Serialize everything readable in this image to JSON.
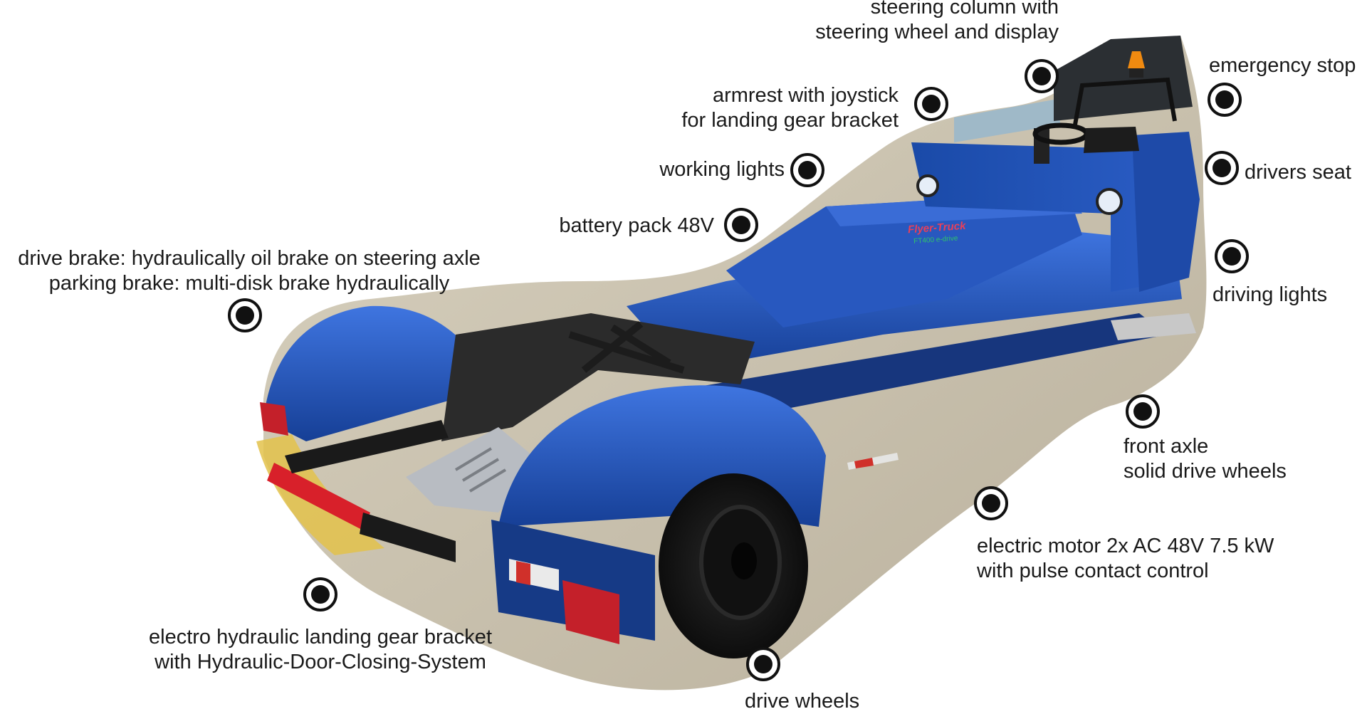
{
  "callouts": [
    {
      "id": "steering-column",
      "lines": [
        "steering column with",
        "steering wheel and display"
      ]
    },
    {
      "id": "emergency-stop",
      "lines": [
        "emergency stop"
      ]
    },
    {
      "id": "armrest",
      "lines": [
        "armrest with joystick",
        "for landing gear bracket"
      ]
    },
    {
      "id": "working-lights",
      "lines": [
        "working lights"
      ]
    },
    {
      "id": "drivers-seat",
      "lines": [
        "drivers seat"
      ]
    },
    {
      "id": "battery-pack",
      "lines": [
        "battery pack 48V"
      ]
    },
    {
      "id": "brakes",
      "lines": [
        "drive brake: hydraulically oil brake on steering axle",
        "parking brake: multi-disk brake hydraulically"
      ]
    },
    {
      "id": "driving-lights",
      "lines": [
        "driving lights"
      ]
    },
    {
      "id": "front-axle",
      "lines": [
        "front axle",
        "solid drive wheels"
      ]
    },
    {
      "id": "electric-motor",
      "lines": [
        "electric motor 2x AC 48V 7.5 kW",
        "with pulse contact control"
      ]
    },
    {
      "id": "landing-gear-bracket",
      "lines": [
        "electro hydraulic landing gear bracket",
        "with Hydraulic-Door-Closing-System"
      ]
    },
    {
      "id": "drive-wheels",
      "lines": [
        "drive wheels"
      ]
    }
  ],
  "vehicle": {
    "brand_text": "Flyer-Truck",
    "sub_text": "FT400 e-drive",
    "body_color": "#1f4fb0",
    "body_dark": "#163a86",
    "body_light": "#3a6fd8",
    "tire_color": "#151515",
    "beacon_color": "#f08a10",
    "tow_bar_color": "#d8202a"
  }
}
